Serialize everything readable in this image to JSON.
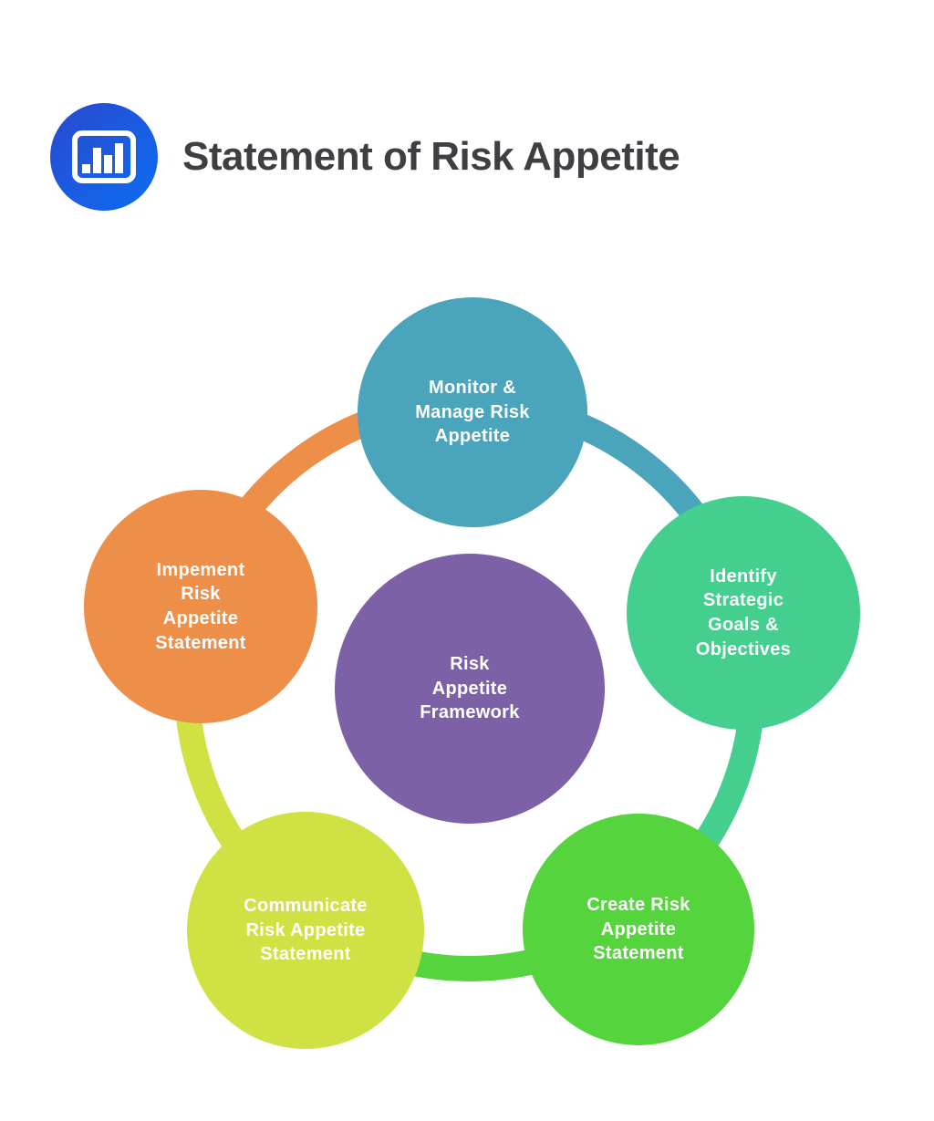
{
  "header": {
    "title": "Statement of Risk Appetite",
    "logo": {
      "icon": "bar-chart-icon",
      "background_start": "#2a49cf",
      "background_end": "#0b6df2",
      "glyph_color": "#ffffff"
    }
  },
  "diagram": {
    "background": "#ffffff",
    "center": {
      "id": "risk-appetite-framework",
      "label": "Risk\nAppetite\nFramework",
      "color": "#7d61a7",
      "text_color": "#ffffff"
    },
    "nodes": [
      {
        "id": "monitor-manage-risk-appetite",
        "label": "Monitor &\nManage Risk\nAppetite",
        "color": "#4aa4bb",
        "position": "top"
      },
      {
        "id": "identify-strategic-goals-objectives",
        "label": "Identify\nStrategic\nGoals &\nObjectives",
        "color": "#44cf8e",
        "position": "right"
      },
      {
        "id": "create-risk-appetite-statement",
        "label": "Create Risk\nAppetite\nStatement",
        "color": "#55d43e",
        "position": "bottom-right"
      },
      {
        "id": "communicate-risk-appetite-statement",
        "label": "Communicate\nRisk Appetite\nStatement",
        "color": "#d0e144",
        "position": "bottom-left"
      },
      {
        "id": "impement-risk-appetite-statement",
        "label": "Impement\nRisk\nAppetite\nStatement",
        "color": "#ed8e49",
        "position": "left"
      }
    ],
    "connectors": [
      {
        "from": "monitor-manage-risk-appetite",
        "to": "identify-strategic-goals-objectives",
        "color": "#4aa4bb"
      },
      {
        "from": "identify-strategic-goals-objectives",
        "to": "create-risk-appetite-statement",
        "color": "#44cf8e"
      },
      {
        "from": "create-risk-appetite-statement",
        "to": "communicate-risk-appetite-statement",
        "color": "#55d43e"
      },
      {
        "from": "communicate-risk-appetite-statement",
        "to": "impement-risk-appetite-statement",
        "color": "#d0e144"
      },
      {
        "from": "impement-risk-appetite-statement",
        "to": "monitor-manage-risk-appetite",
        "color": "#ed8e49"
      }
    ]
  }
}
